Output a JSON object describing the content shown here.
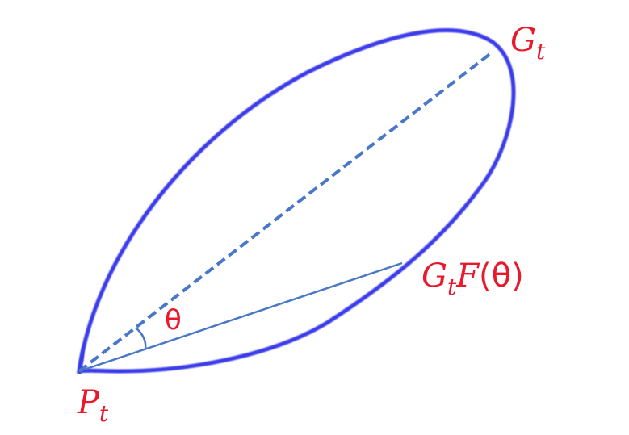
{
  "colors": {
    "lobe": "#3a3aea",
    "axis_line": "#4a78c8",
    "label": "#e8192c"
  },
  "labels": {
    "gain_main": "G",
    "gain_main_sub": "t",
    "gain_theta_g": "G",
    "gain_theta_sub": "t",
    "gain_theta_f": "F",
    "gain_theta_arg": "(θ)",
    "transmitter": "P",
    "transmitter_sub": "t",
    "angle": "θ"
  }
}
